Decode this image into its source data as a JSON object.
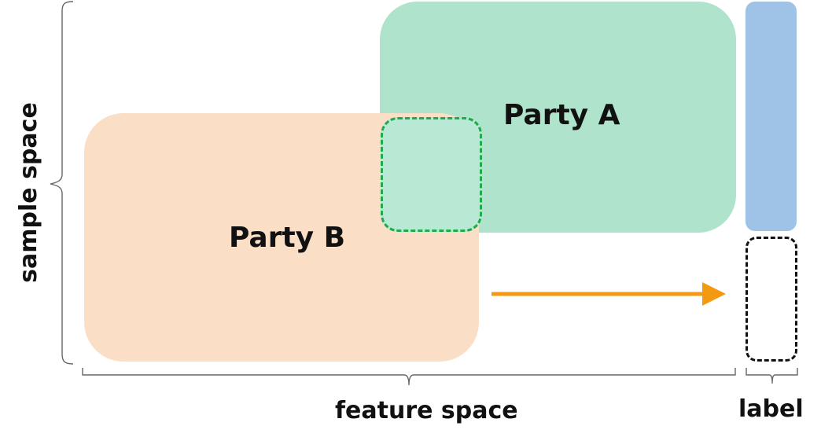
{
  "diagram": {
    "parties": [
      {
        "label": "Party A",
        "color": "#afe3cc"
      },
      {
        "label": "Party B",
        "color": "#fbdec6"
      }
    ],
    "overlap": {
      "fill_color": "#b7e9d4",
      "border_color": "#1faa4b",
      "border_style": "dashed"
    },
    "label_column": {
      "filled_color": "#9fc3e7",
      "empty_border_color": "#111111",
      "empty_border_style": "dashed"
    },
    "arrow": {
      "color": "#f39a12",
      "direction": "right"
    },
    "axes": {
      "feature": "feature space",
      "label": "label",
      "sample": "sample space"
    }
  }
}
